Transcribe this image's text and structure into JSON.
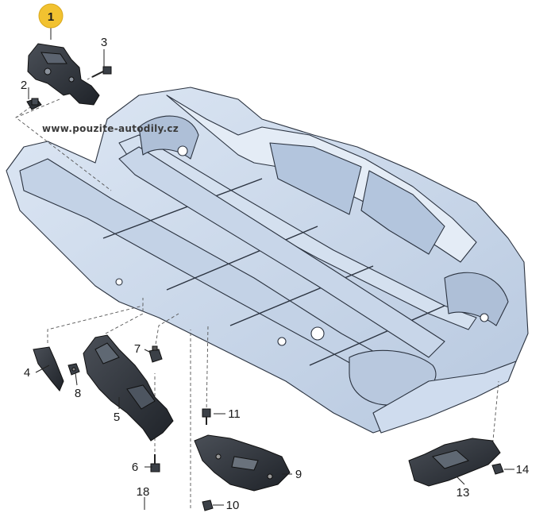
{
  "watermark": "www.pouzite-autodily.cz",
  "highlight_color": "#f2c230",
  "body_color": "#c9d7ea",
  "callouts": {
    "c1": "1",
    "c2": "2",
    "c3": "3",
    "c4": "4",
    "c5": "5",
    "c6": "6",
    "c7": "7",
    "c8": "8",
    "c9": "9",
    "c10": "10",
    "c11": "11",
    "c13": "13",
    "c14": "14",
    "c18": "18"
  }
}
